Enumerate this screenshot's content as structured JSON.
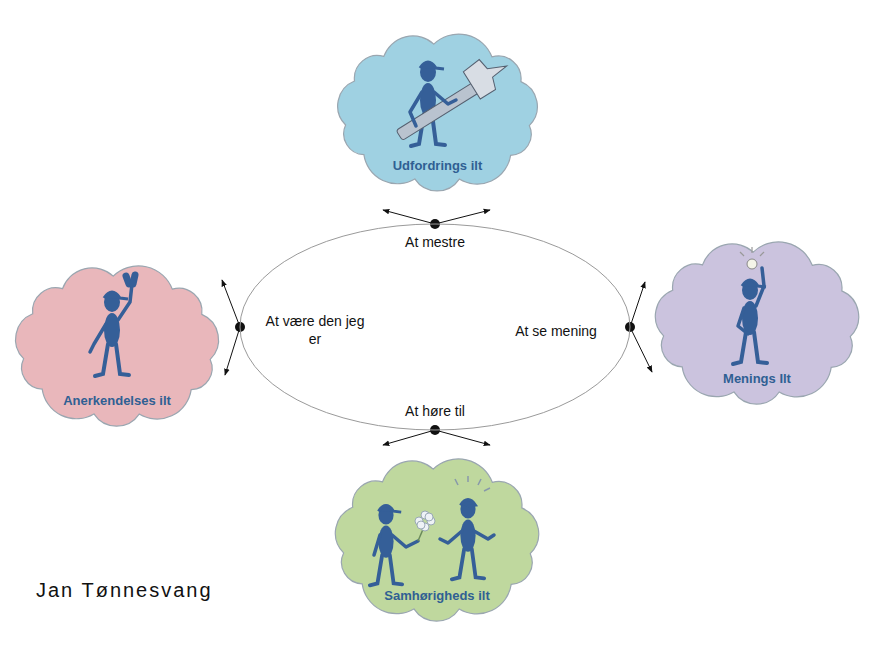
{
  "diagram": {
    "nodes": [
      {
        "text": [
          "Udfordrings ilt"
        ]
      },
      {
        "text": [
          "At mestre",
          "At være den jeg er",
          "At se mening",
          "At høre til"
        ]
      },
      {
        "text": [
          "Anerkendelses ilt"
        ]
      },
      {
        "text": [
          "Menings Ilt"
        ]
      },
      {
        "text": [
          "Samhørigheds ilt"
        ]
      }
    ],
    "edges": [
      {
        "from": 1,
        "to": 0,
        "arrow": "to"
      },
      {
        "from": 1,
        "to": 2,
        "arrow": "to"
      },
      {
        "from": 1,
        "to": 3,
        "arrow": "to"
      },
      {
        "from": 1,
        "to": 4,
        "arrow": "to"
      }
    ],
    "labels": [
      "Jan Tønnesvang"
    ]
  }
}
